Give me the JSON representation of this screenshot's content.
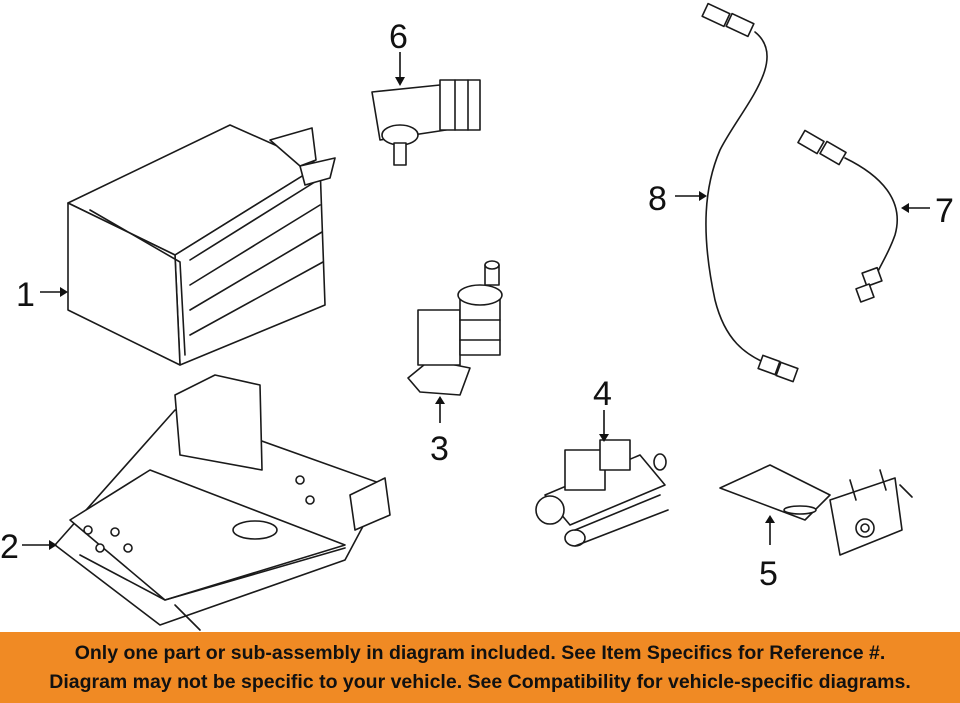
{
  "diagram": {
    "callouts": [
      {
        "id": "1",
        "label": "1"
      },
      {
        "id": "2",
        "label": "2"
      },
      {
        "id": "3",
        "label": "3"
      },
      {
        "id": "4",
        "label": "4"
      },
      {
        "id": "5",
        "label": "5"
      },
      {
        "id": "6",
        "label": "6"
      },
      {
        "id": "7",
        "label": "7"
      },
      {
        "id": "8",
        "label": "8"
      }
    ]
  },
  "banner": {
    "line1": "Only one part or sub-assembly in diagram included. See Item Specifics for Reference #.",
    "line2": "Diagram may not be specific to your vehicle. See Compatibility for vehicle-specific diagrams.",
    "background_color": "#f08a24"
  }
}
